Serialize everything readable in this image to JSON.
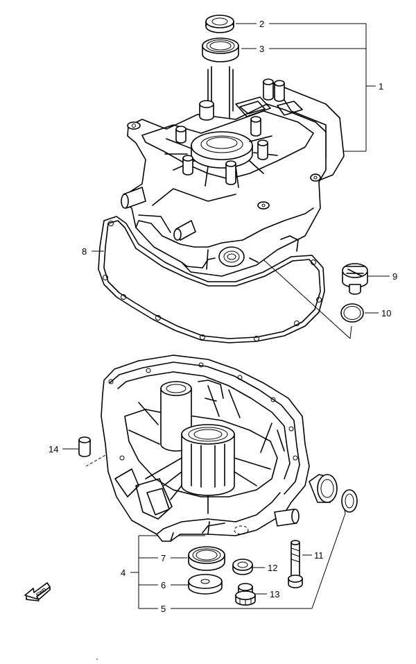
{
  "labels": {
    "p1": "1",
    "p2": "2",
    "p3": "3",
    "p4": "4",
    "p5": "5",
    "p6": "6",
    "p7": "7",
    "p8": "8",
    "p9": "9",
    "p10": "10",
    "p11": "11",
    "p12": "12",
    "p13": "13",
    "p14": "14"
  },
  "fwd": "FWD"
}
